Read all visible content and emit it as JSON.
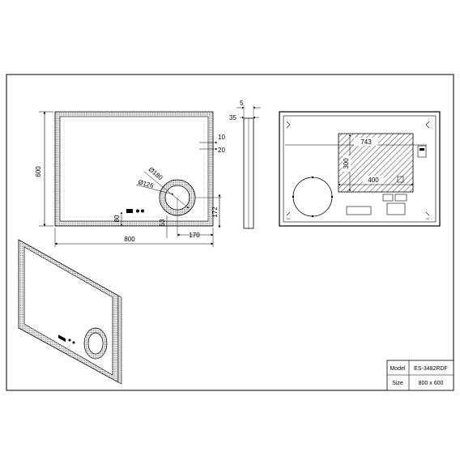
{
  "front_view": {
    "width_label": "800",
    "height_label": "600",
    "outer_ring_label": "Ø180",
    "inner_ring_label": "Ø126",
    "ring_offset_label": "170",
    "ring_height_label": "172",
    "ring_gap_label": "53",
    "display_offset_label": "80"
  },
  "side_view": {
    "depth_label": "5",
    "frame_label": "35",
    "edge_label_top": "10",
    "edge_label_bottom": "20"
  },
  "back_view": {
    "inner_width_label": "743",
    "box_height_label": "300",
    "box_width_label": "400"
  },
  "title_block": {
    "model_label": "Model",
    "model_value": "ES-3482RDF",
    "size_label": "Size",
    "size_value": "800 x 600"
  }
}
